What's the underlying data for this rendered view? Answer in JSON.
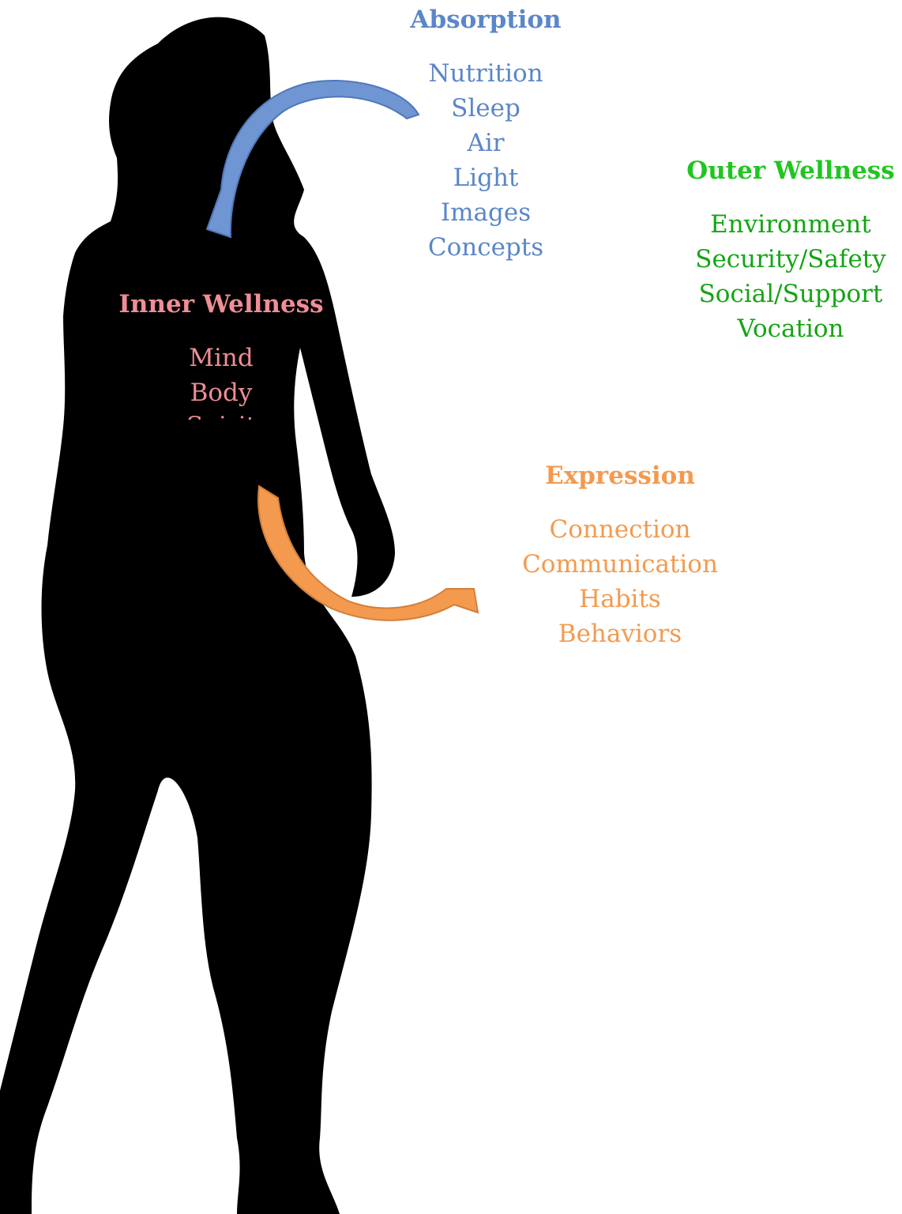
{
  "colors": {
    "absorption": "#5b86c9",
    "outer": "#1fc61f",
    "inner": "#f08d96",
    "expression": "#f39a4f",
    "silhouette": "#000000"
  },
  "absorption": {
    "title": "Absorption",
    "items": [
      "Nutrition",
      "Sleep",
      "Air",
      "Light",
      "Images",
      "Concepts"
    ]
  },
  "outer_wellness": {
    "title": "Outer Wellness",
    "items": [
      "Environment",
      "Security/Safety",
      "Social/Support",
      "Vocation"
    ]
  },
  "inner_wellness": {
    "title": "Inner Wellness",
    "items": [
      "Mind",
      "Body",
      "Spirit"
    ]
  },
  "expression": {
    "title": "Expression",
    "items": [
      "Connection",
      "Communication",
      "Habits",
      "Behaviors"
    ]
  }
}
